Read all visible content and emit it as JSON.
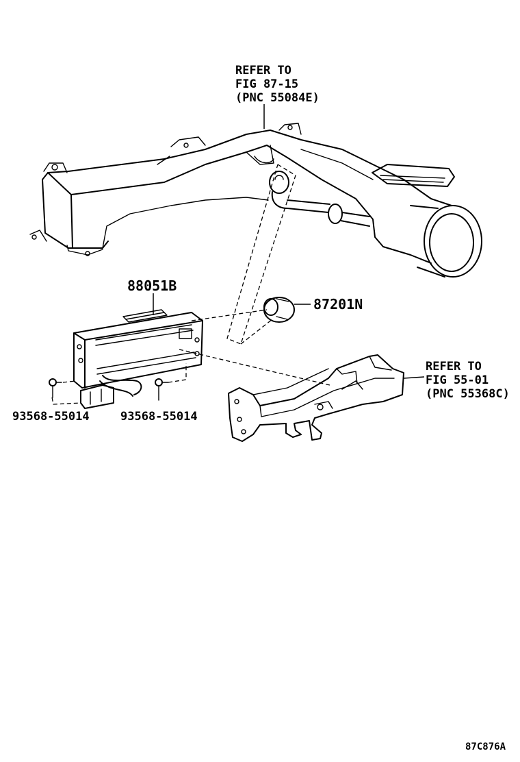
{
  "callouts": {
    "duct_ref": {
      "line1": "REFER TO",
      "line2": "FIG 87-15",
      "line3": "(PNC 55084E)"
    },
    "bracket_ref": {
      "line1": "REFER TO",
      "line2": "FIG 55-01",
      "line3": "(PNC 55368C)"
    }
  },
  "parts": {
    "sensor_assy": "88051B",
    "clip": "87201N",
    "screw_left": "93568-55014",
    "screw_right": "93568-55014"
  },
  "illustration_code": "87C876A"
}
